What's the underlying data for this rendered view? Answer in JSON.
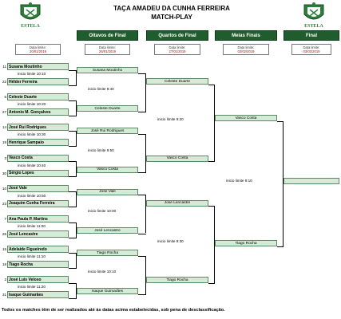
{
  "header": {
    "title": "TAÇA AMADEU DA CUNHA FERREIRA",
    "subtitle": "MATCH-PLAY",
    "logo_text": "ESTELA"
  },
  "rounds": [
    {
      "label": "",
      "date_label": "Data limite:",
      "date": "20/01/2019"
    },
    {
      "label": "Oitavos de Final",
      "date_label": "Data limite:",
      "date": "26/01/2019"
    },
    {
      "label": "Quartos de Final",
      "date_label": "Data limite:",
      "date": "27/01/2019"
    },
    {
      "label": "Meias Finais",
      "date_label": "Data limite:",
      "date": "02/02/2019"
    },
    {
      "label": "Final",
      "date_label": "Data limite:",
      "date": "03/02/2019"
    }
  ],
  "round1": [
    {
      "seed": "11",
      "name": "Susana Moutinho"
    },
    {
      "seed": "22",
      "name": "Hélder Ferreira"
    },
    {
      "seed": "6",
      "name": "Celeste Duarte"
    },
    {
      "seed": "27",
      "name": "Antonio M. Gonçalves"
    },
    {
      "seed": "14",
      "name": "José Rui Rodrigues"
    },
    {
      "seed": "19",
      "name": "Henrique Sampaio"
    },
    {
      "seed": "3",
      "name": "Vasco Costa"
    },
    {
      "seed": "30",
      "name": "Sérgio Lopes"
    },
    {
      "seed": "10",
      "name": "José Vale"
    },
    {
      "seed": "23",
      "name": "Joaquim Cunha Ferreira"
    },
    {
      "seed": "7",
      "name": "Ana Paula P. Martins"
    },
    {
      "seed": "26",
      "name": "José Lencastre"
    },
    {
      "seed": "15",
      "name": "Adelaide Figueiredo"
    },
    {
      "seed": "18",
      "name": "Tiago Rocha"
    },
    {
      "seed": "2",
      "name": "José Luis Veloso"
    },
    {
      "seed": "31",
      "name": "Isaque Guimarães"
    }
  ],
  "round1_limits": [
    "inicio limite 10:10",
    "inicio limite 10:20",
    "inicio limite 10:30",
    "inicio limite 10:40",
    "inicio limite 10:50",
    "inicio limite 11:00",
    "inicio limite 11:10",
    "inicio limite 11:20"
  ],
  "round2": [
    "Susana Moutinho",
    "Celeste Duarte",
    "José Rui Rodrigues",
    "Vasco Costa",
    "José Vale",
    "José Lencastre",
    "Tiago Rocha",
    "Isaque Guimarães"
  ],
  "round2_limits": [
    "inicio limite 9:40",
    "inicio limite 9:50",
    "inicio limite 10:00",
    "inicio limite 10:10"
  ],
  "round3": [
    "Celeste Duarte",
    "Vasco Costa",
    "José Lencastre",
    "Tiago Rocha"
  ],
  "round3_limits": [
    "inicio limite 9:20",
    "inicio limite 9:30"
  ],
  "round4": [
    "Vasco Costa",
    "Tiago Rocha"
  ],
  "round4_limits": [
    "inicio limite 9:10"
  ],
  "footer": "Todos os matches têm de ser realizados até às datas acima estabelecidas, sob pena de desclassificação."
}
